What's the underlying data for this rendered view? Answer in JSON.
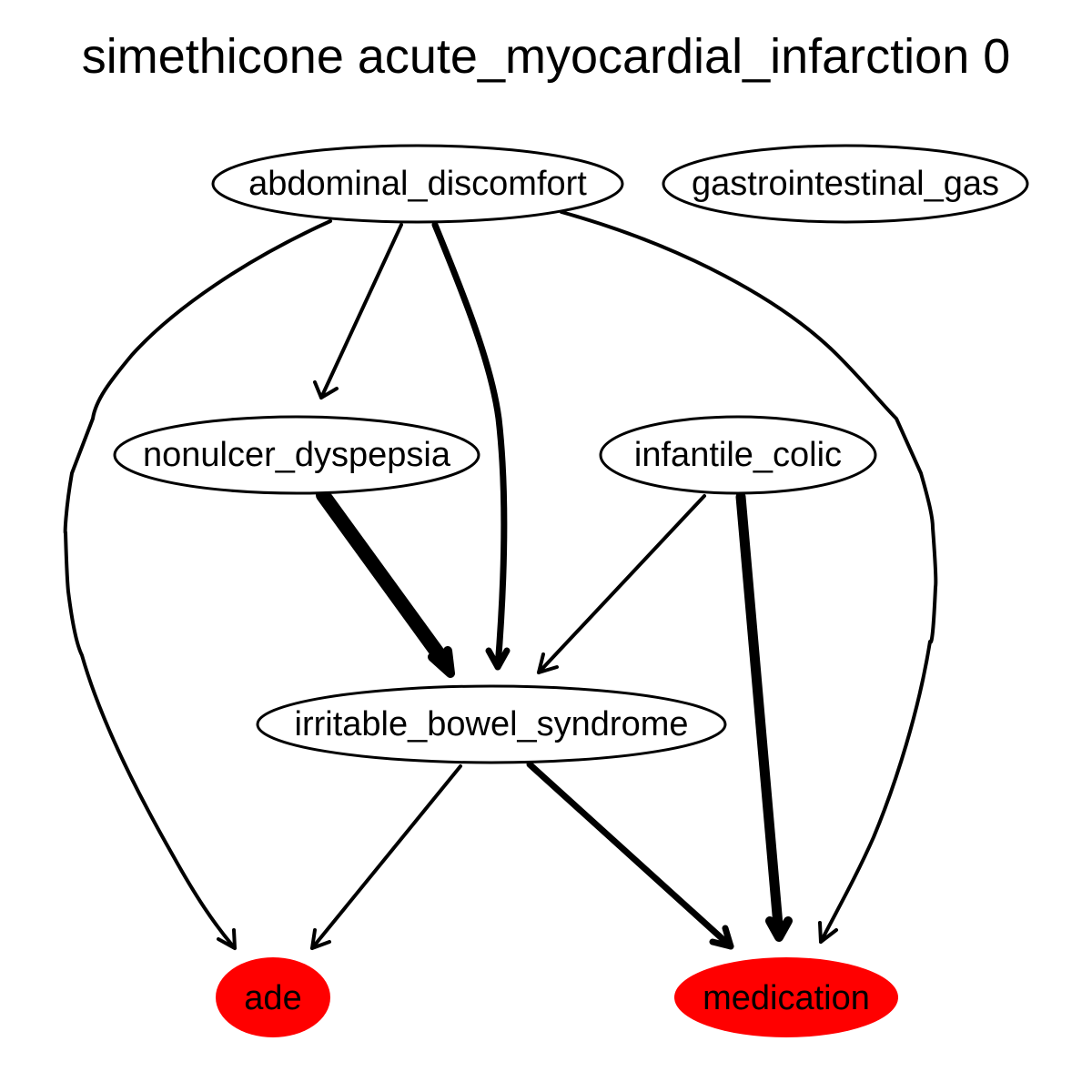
{
  "title": "simethicone acute_myocardial_infarction 0",
  "colors": {
    "highlight": "#ff0000",
    "default_fill": "#ffffff",
    "stroke": "#000000"
  },
  "nodes": [
    {
      "id": "abdominal_discomfort",
      "label": "abdominal_discomfort",
      "highlighted": false
    },
    {
      "id": "gastrointestinal_gas",
      "label": "gastrointestinal_gas",
      "highlighted": false
    },
    {
      "id": "nonulcer_dyspepsia",
      "label": "nonulcer_dyspepsia",
      "highlighted": false
    },
    {
      "id": "infantile_colic",
      "label": "infantile_colic",
      "highlighted": false
    },
    {
      "id": "irritable_bowel_syndrome",
      "label": "irritable_bowel_syndrome",
      "highlighted": false
    },
    {
      "id": "ade",
      "label": "ade",
      "highlighted": true
    },
    {
      "id": "medication",
      "label": "medication",
      "highlighted": true
    }
  ],
  "edges": [
    {
      "from": "abdominal_discomfort",
      "to": "nonulcer_dyspepsia"
    },
    {
      "from": "abdominal_discomfort",
      "to": "irritable_bowel_syndrome"
    },
    {
      "from": "abdominal_discomfort",
      "to": "ade"
    },
    {
      "from": "abdominal_discomfort",
      "to": "medication"
    },
    {
      "from": "nonulcer_dyspepsia",
      "to": "irritable_bowel_syndrome"
    },
    {
      "from": "infantile_colic",
      "to": "irritable_bowel_syndrome"
    },
    {
      "from": "infantile_colic",
      "to": "medication"
    },
    {
      "from": "irritable_bowel_syndrome",
      "to": "ade"
    },
    {
      "from": "irritable_bowel_syndrome",
      "to": "medication"
    }
  ]
}
